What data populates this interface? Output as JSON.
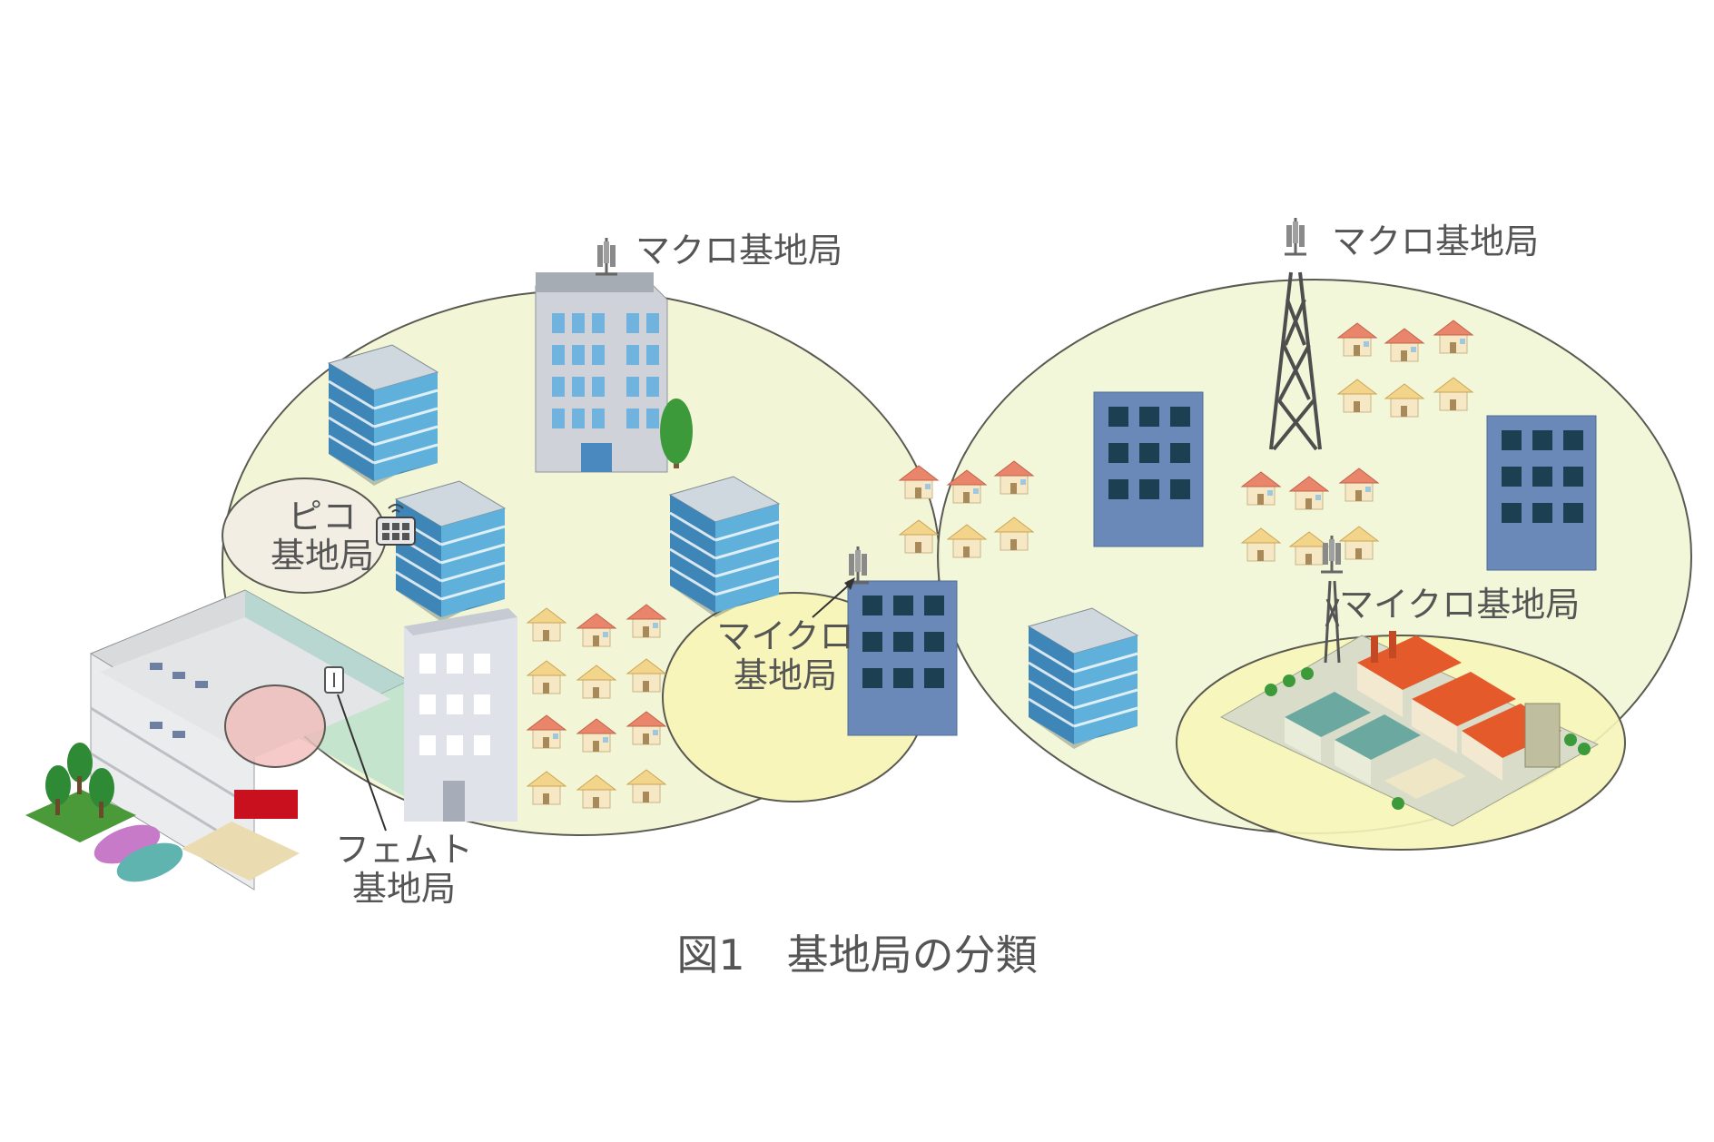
{
  "labels": {
    "macro_left": "マクロ基地局",
    "macro_right": "マクロ基地局",
    "pico_line1": "ピコ",
    "pico_line2": "基地局",
    "micro_left_line1": "マイクロ",
    "micro_left_line2": "基地局",
    "micro_right": "マイクロ基地局",
    "femto_line1": "フェムト",
    "femto_line2": "基地局"
  },
  "caption": "図1　基地局の分類",
  "colors": {
    "macro_cell_fill": "#f2f6d6",
    "micro_cell_fill": "#f7f5b9",
    "pico_cell_fill": "#f2eee4",
    "femto_cell_fill": "#f2b8b5",
    "cell_stroke": "#5a5a52",
    "label_text": "#555555",
    "house_roof": "#e8856a",
    "house_wall": "#f6e8c4",
    "blue_building": "#6b89b8",
    "factory_roof": "#e55a2b",
    "glass_building": "#5aa7d0"
  },
  "icons": [
    "antenna-tower-icon",
    "lattice-tower-icon",
    "wifi-device-icon",
    "femto-device-icon"
  ]
}
